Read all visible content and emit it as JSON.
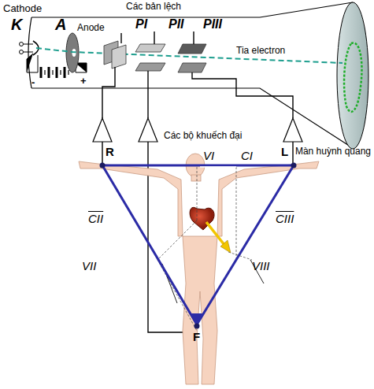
{
  "diagram": {
    "labels": [
      "Cathode",
      "K",
      "A",
      "Anode",
      "Các bản lệch",
      "PI",
      "PII",
      "PIII",
      "Tia electron",
      "Màn huỳnh quang",
      "Các bộ khuếch đại",
      "R",
      "L",
      "VI",
      "CI",
      "CII",
      "CIII",
      "VII",
      "VIII",
      "F",
      "-",
      "+"
    ]
  }
}
